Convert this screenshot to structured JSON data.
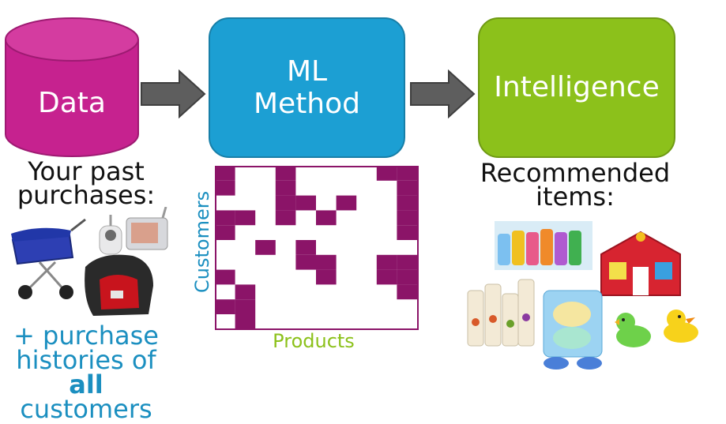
{
  "data_cylinder": {
    "label": "Data",
    "color": "#c6228f"
  },
  "ml_box": {
    "line1": "ML",
    "line2": "Method",
    "color": "#1c9fd3"
  },
  "intel_box": {
    "label": "Intelligence",
    "color": "#8cc11b"
  },
  "past_purchases": {
    "line1": "Your past",
    "line2": "purchases:"
  },
  "all_histories": {
    "line1": "+ purchase",
    "line2": "histories of",
    "line3": "all",
    "line4": "customers"
  },
  "recommended": {
    "line1": "Recommended",
    "line2": "items:"
  },
  "matrix": {
    "y_label": "Customers",
    "x_label": "Products",
    "fill_color": "#8b1468"
  },
  "product_icons": [
    "stroller",
    "baby-monitor",
    "video-monitor",
    "car-seat",
    "sippy-cups",
    "toy-farm-house",
    "baby-bottles",
    "pacifiers",
    "rubber-duck-green",
    "rubber-duck-yellow"
  ]
}
